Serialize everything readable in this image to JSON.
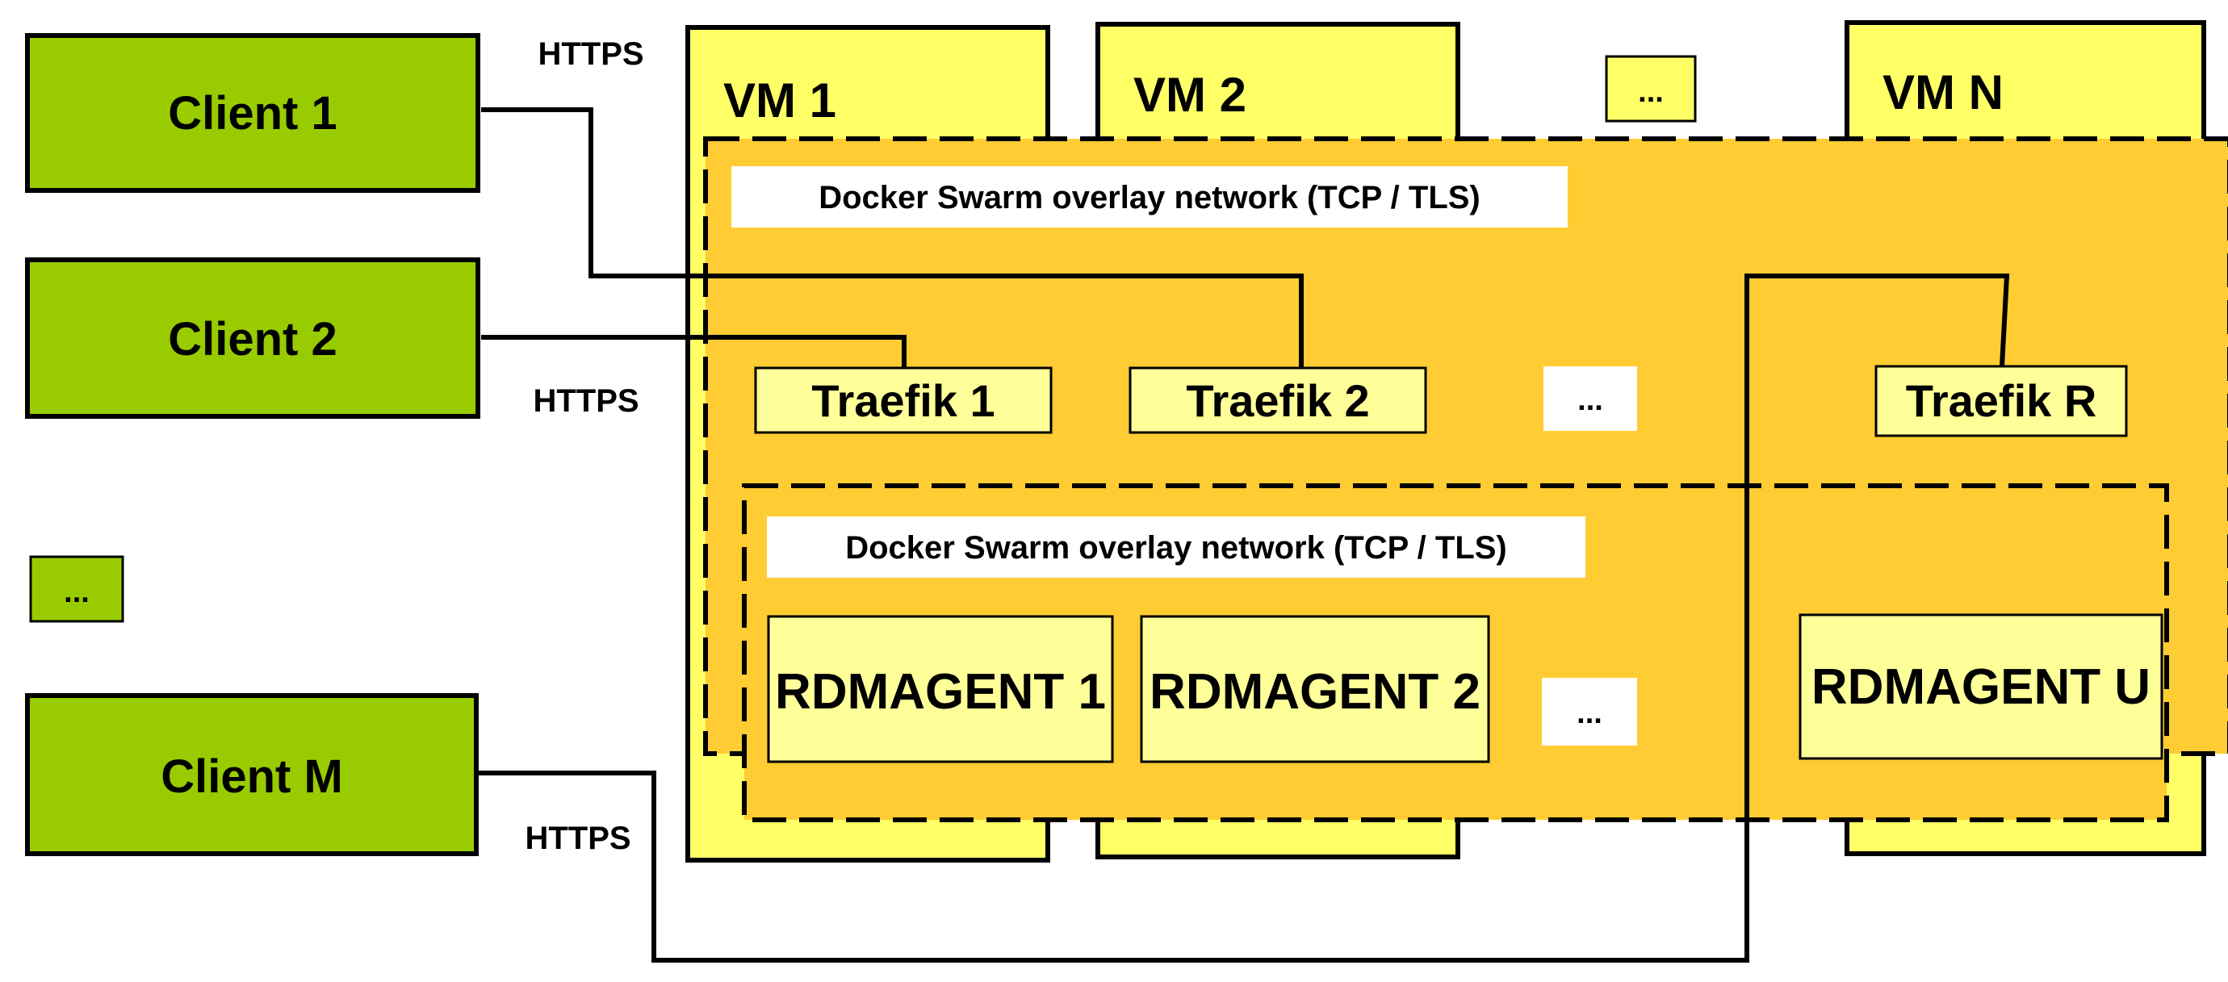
{
  "clients": [
    {
      "label": "Client 1"
    },
    {
      "label": "Client 2"
    },
    {
      "label": "..."
    },
    {
      "label": "Client M"
    }
  ],
  "https_labels": [
    "HTTPS",
    "HTTPS",
    "HTTPS"
  ],
  "vms": [
    {
      "label": "VM 1"
    },
    {
      "label": "VM 2"
    },
    {
      "label": "..."
    },
    {
      "label": "VM N"
    }
  ],
  "outer_network": {
    "label": "Docker Swarm overlay network (TCP / TLS)"
  },
  "inner_network": {
    "label": "Docker Swarm overlay network (TCP / TLS)"
  },
  "traefik": [
    {
      "label": "Traefik 1"
    },
    {
      "label": "Traefik 2"
    },
    {
      "label": "..."
    },
    {
      "label": "Traefik R"
    }
  ],
  "agents": [
    {
      "label": "RDMAGENT 1"
    },
    {
      "label": "RDMAGENT 2"
    },
    {
      "label": "..."
    },
    {
      "label": "RDMAGENT U"
    }
  ],
  "colors": {
    "client_fill": "#99cc00",
    "vm_fill": "#ffff66",
    "network_fill": "#ffcc33",
    "traefik_fill": "#ffff99",
    "agent_fill": "#ffff99",
    "label_bg": "#ffffff"
  }
}
